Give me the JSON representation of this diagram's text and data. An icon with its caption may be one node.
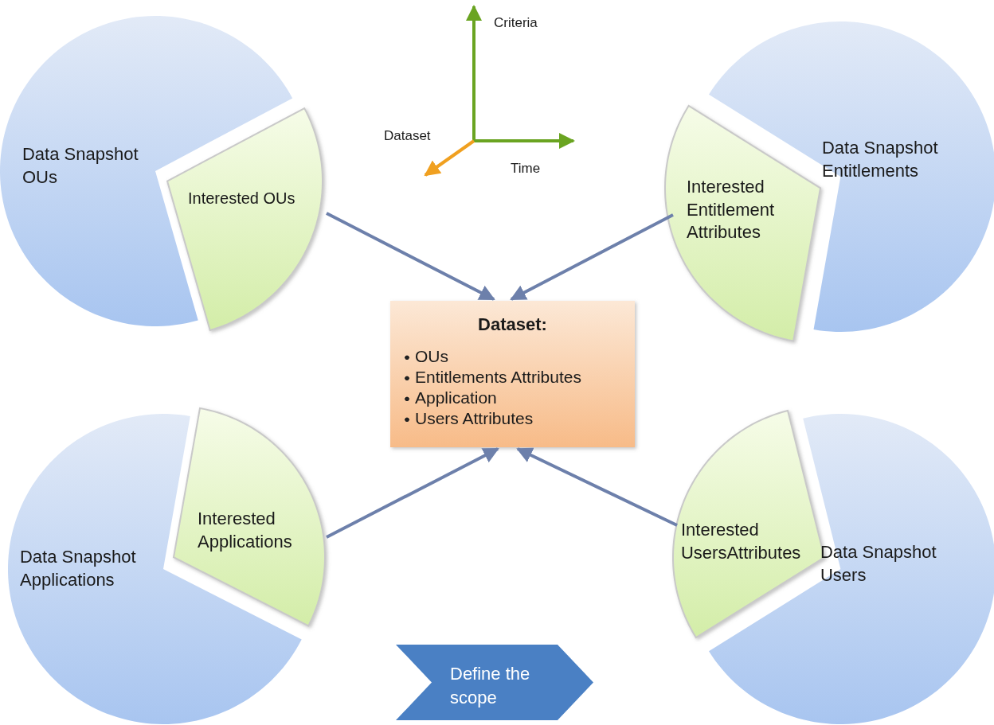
{
  "diagram": {
    "nodes": [
      {
        "text": [
          "Data Snapshot OUs"
        ]
      },
      {
        "text": [
          "Interested OUs"
        ]
      },
      {
        "text": [
          "Data Snapshot Entitlements"
        ]
      },
      {
        "text": [
          "Interested Entitlement Attributes"
        ]
      },
      {
        "text": [
          "Dataset:",
          "OUs",
          "Entitlements Attributes",
          "Application",
          "Users Attributes"
        ]
      },
      {
        "text": [
          "Data Snapshot Applications"
        ]
      },
      {
        "text": [
          "Interested Applications"
        ]
      },
      {
        "text": [
          "Interested UsersAttributes"
        ]
      },
      {
        "text": [
          "Data Snapshot Users"
        ]
      },
      {
        "text": [
          "Define the scope"
        ]
      }
    ],
    "edges": [
      {
        "from": 1,
        "to": 4,
        "arrow": "to"
      },
      {
        "from": 3,
        "to": 4,
        "arrow": "to"
      },
      {
        "from": 6,
        "to": 4,
        "arrow": "to"
      },
      {
        "from": 7,
        "to": 4,
        "arrow": "to"
      }
    ],
    "labels": [
      "Criteria",
      "Dataset",
      "Time"
    ]
  }
}
